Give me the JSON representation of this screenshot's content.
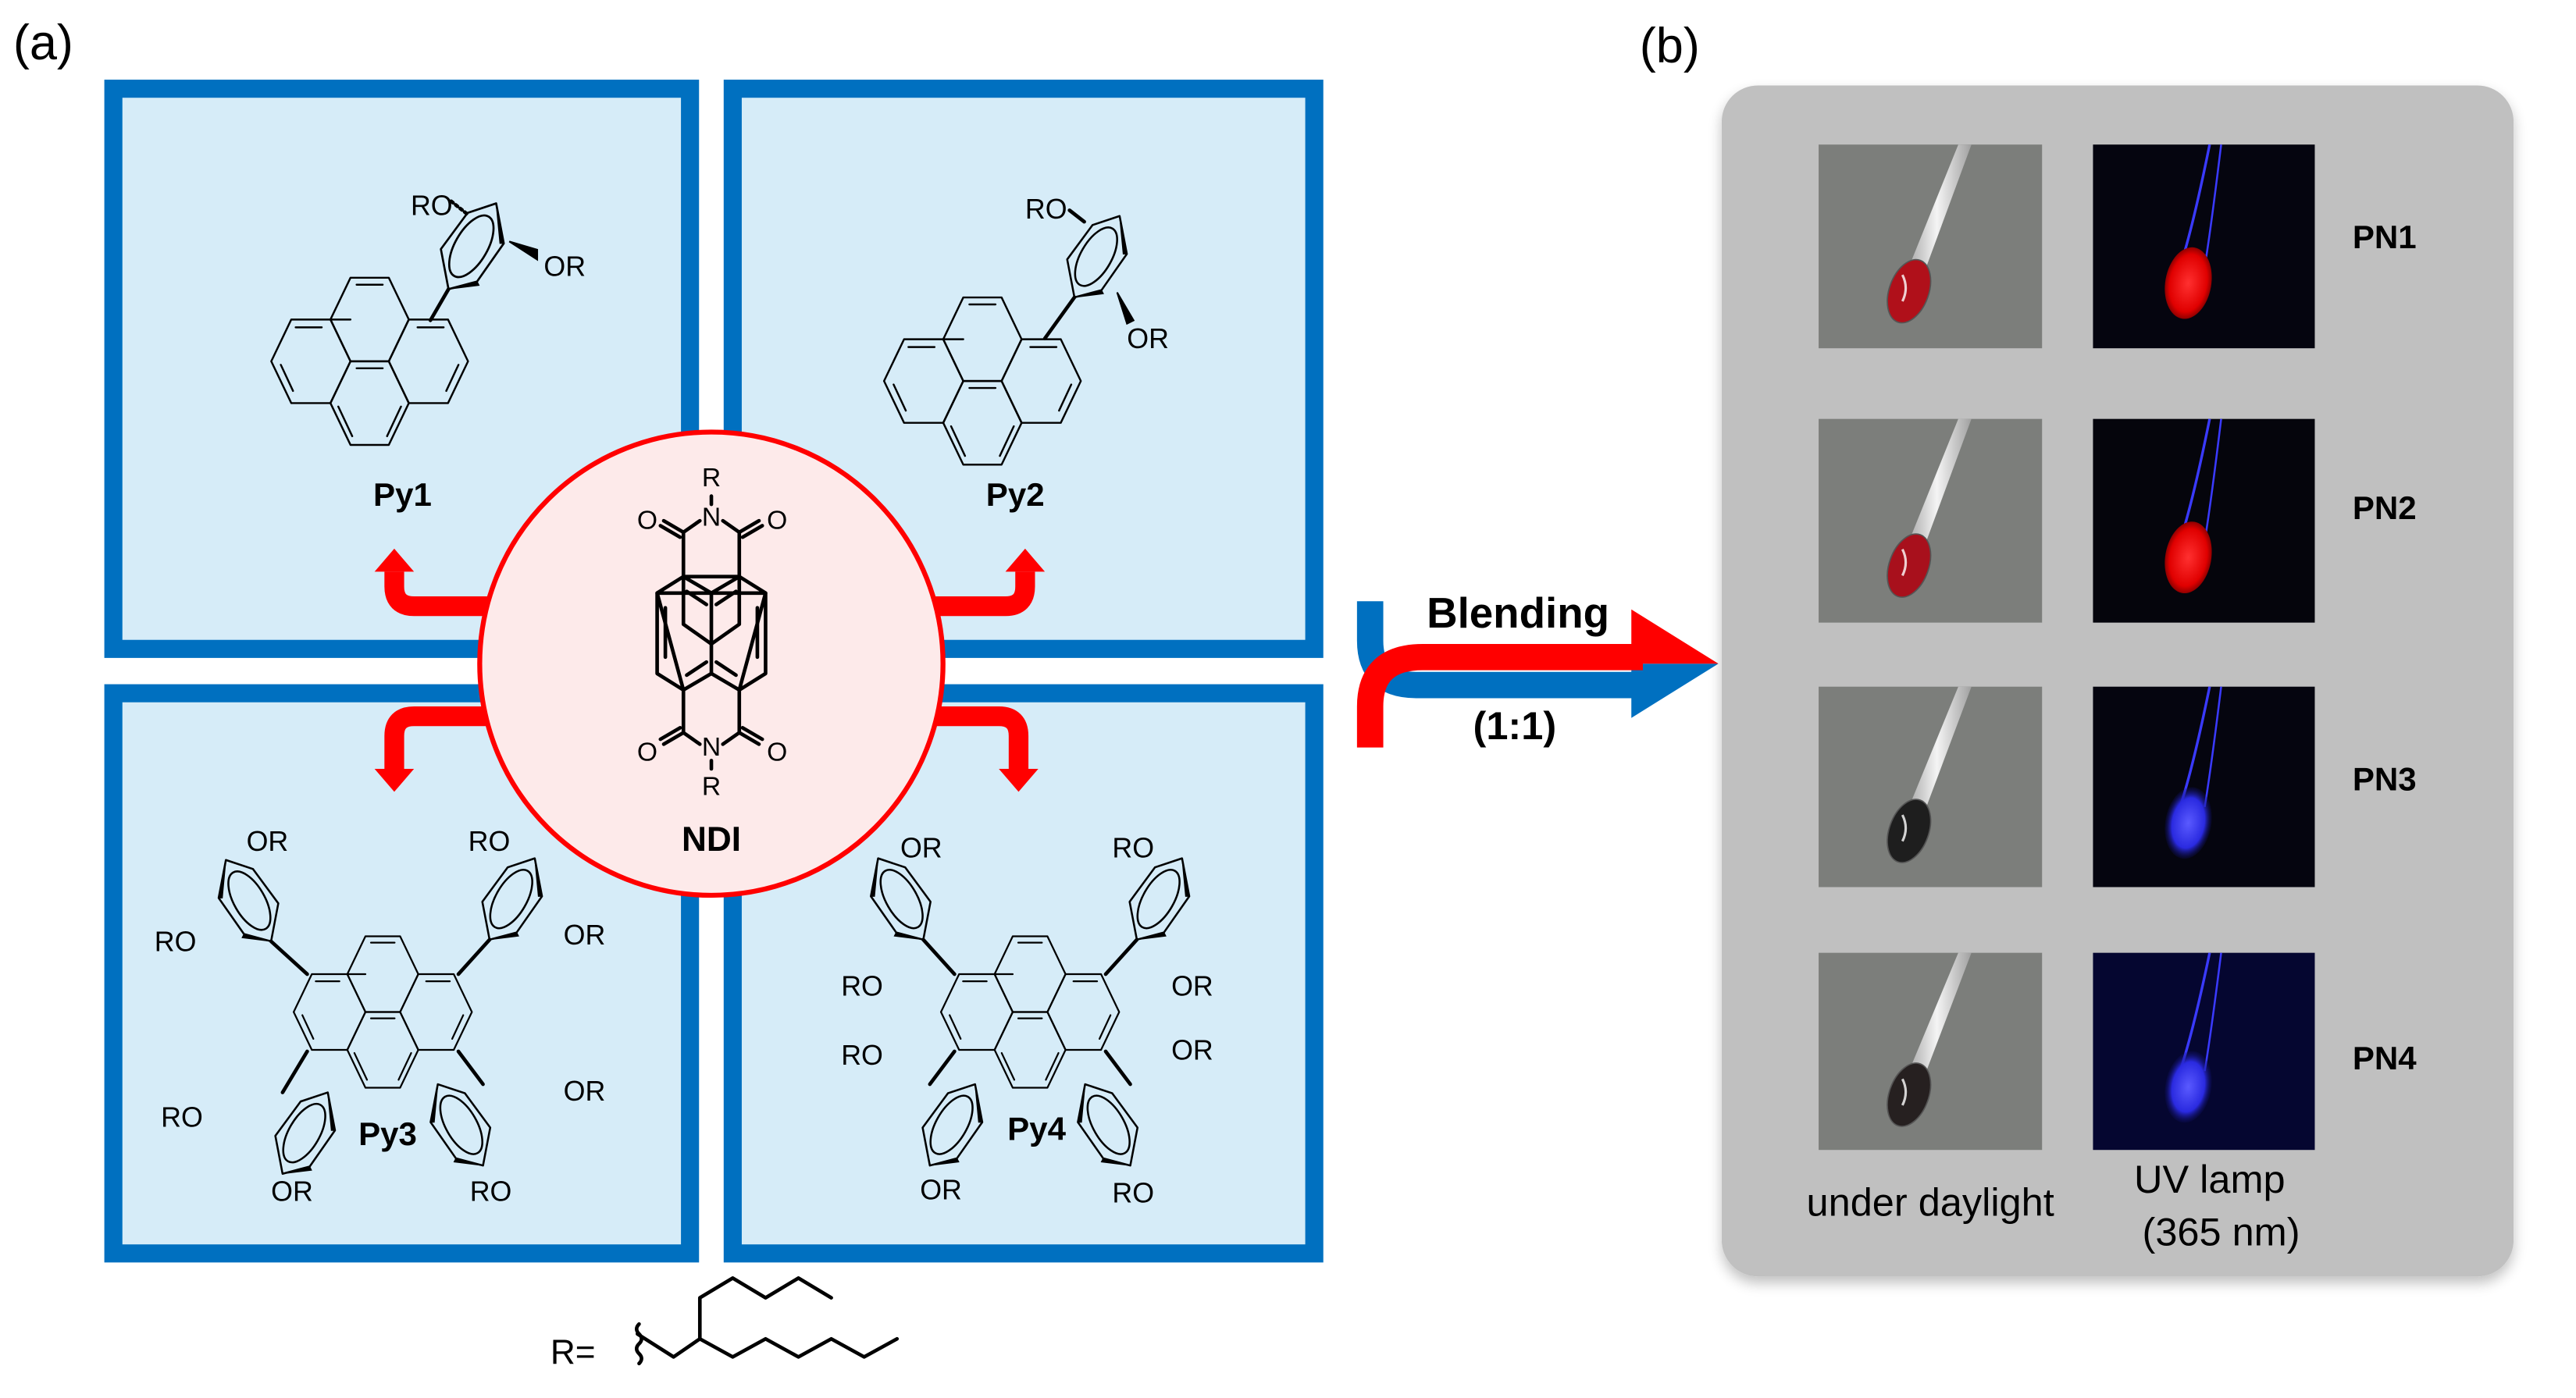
{
  "panel_labels": {
    "a": "(a)",
    "b": "(b)"
  },
  "colors": {
    "box_border": "#0070c0",
    "box_fill": "#d6ecf8",
    "ndi_border": "#ff0000",
    "ndi_fill": "#fdeaea",
    "arrow_red": "#ff0000",
    "arrow_blue": "#0070c0",
    "panel_b_bg": "#c0c0c0"
  },
  "compounds": [
    {
      "id": "py1",
      "label": "Py1"
    },
    {
      "id": "py2",
      "label": "Py2"
    },
    {
      "id": "py3",
      "label": "Py3"
    },
    {
      "id": "py4",
      "label": "Py4"
    }
  ],
  "ndi": {
    "label": "NDI",
    "atoms": {
      "R": "R",
      "N": "N",
      "O": "O"
    }
  },
  "substituents": {
    "RO": "RO",
    "OR": "OR"
  },
  "blending": {
    "label": "Blending",
    "ratio": "(1:1)"
  },
  "r_group": {
    "label": "R="
  },
  "panel_b": {
    "rows": [
      {
        "label": "PN1",
        "daylight_drop": "#b0101a",
        "uv_glow": "#ff1a1a",
        "uv_bg": "#05050f"
      },
      {
        "label": "PN2",
        "daylight_drop": "#a8101c",
        "uv_glow": "#ff1a10",
        "uv_bg": "#05050c"
      },
      {
        "label": "PN3",
        "daylight_drop": "#1e1e1e",
        "uv_glow": "#3a3aff",
        "uv_bg": "#05050f"
      },
      {
        "label": "PN4",
        "daylight_drop": "#262020",
        "uv_glow": "#3030ff",
        "uv_bg": "#050630"
      }
    ],
    "captions": {
      "daylight": "under daylight",
      "uv_line1": "UV lamp",
      "uv_line2": "(365 nm)"
    }
  }
}
